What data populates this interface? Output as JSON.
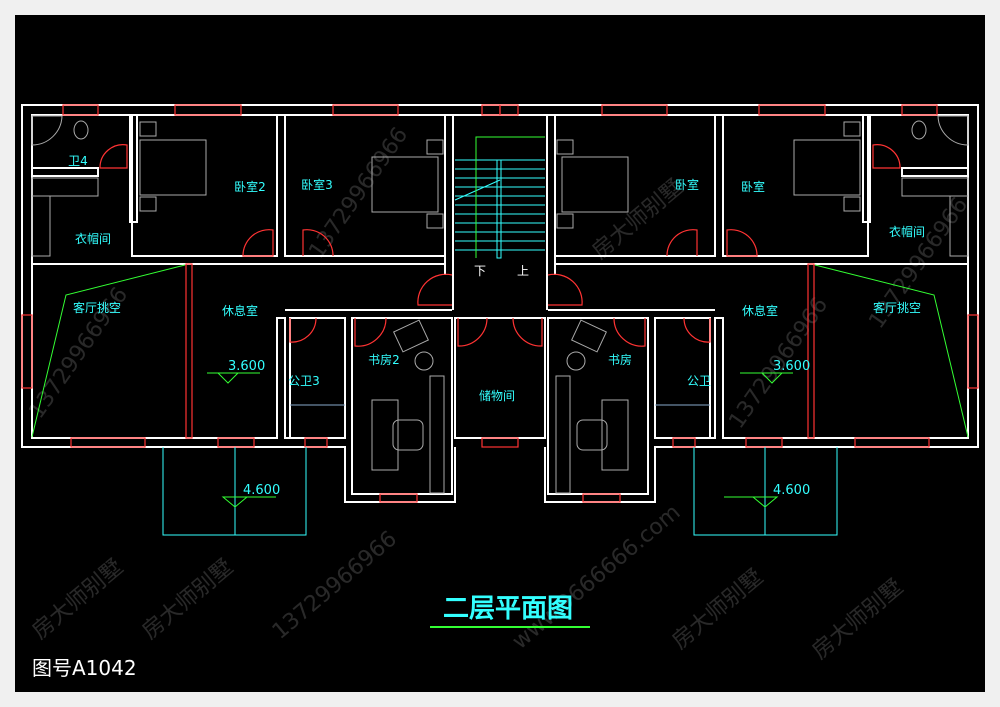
{
  "title": "二层平面图",
  "drawing_number": "图号A1042",
  "watermark": {
    "brand": "房大师别墅",
    "phone": "13729966966",
    "site": "www.9666666.com"
  },
  "rooms_left": {
    "bath4": "卫4",
    "bedroom2": "卧室2",
    "bedroom3": "卧室3",
    "closet": "衣帽间",
    "living_void": "客厅挑空",
    "lounge": "休息室",
    "public_bath3": "公卫3",
    "study2": "书房2"
  },
  "rooms_center": {
    "storage": "储物间",
    "stair_down": "下",
    "stair_up": "上"
  },
  "rooms_right": {
    "bedroom_a": "卧室",
    "bedroom_b": "卧室",
    "closet": "衣帽间",
    "living_void": "客厅挑空",
    "lounge": "休息室",
    "public_bath": "公卫",
    "study": "书房"
  },
  "levels": {
    "floor_left": "3.600",
    "floor_right": "3.600",
    "balcony_left": "4.600",
    "balcony_right": "4.600"
  },
  "colors": {
    "wall": "#ffffff",
    "window": "#ff3333",
    "label": "#33ffff",
    "stair": "#33ffff",
    "level": "#33ff33"
  }
}
